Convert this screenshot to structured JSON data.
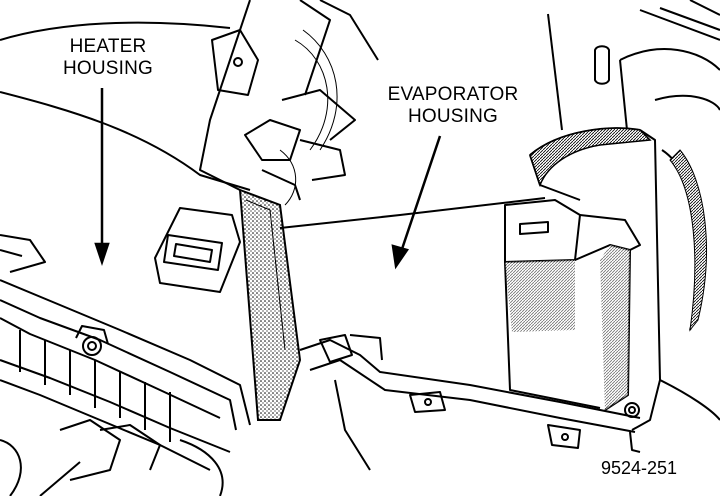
{
  "labels": {
    "heater_line1": "HEATER",
    "heater_line2": "HOUSING",
    "evap_line1": "EVAPORATOR",
    "evap_line2": "HOUSING"
  },
  "figure_code": "9524-251",
  "colors": {
    "ink": "#000000",
    "paper": "#ffffff",
    "shade": "#8a8a8a"
  }
}
